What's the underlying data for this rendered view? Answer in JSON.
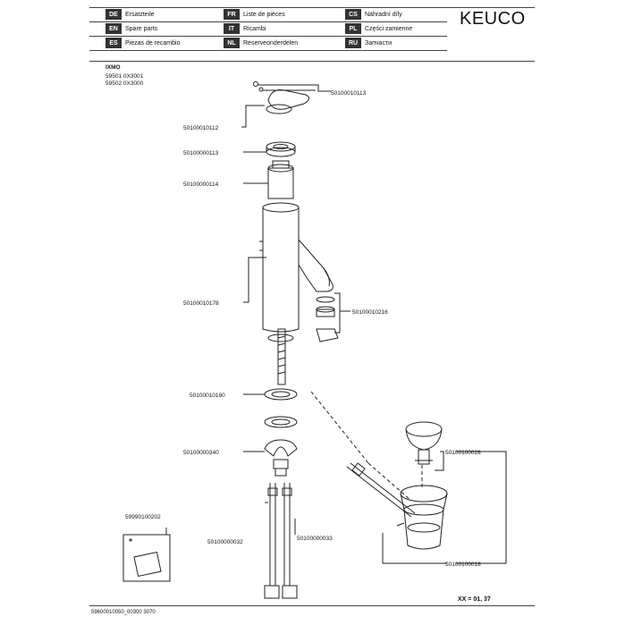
{
  "brand": "KEUCO",
  "languages": [
    {
      "code": "DE",
      "label": "Ersatzteile"
    },
    {
      "code": "FR",
      "label": "Liste de pièces"
    },
    {
      "code": "CS",
      "label": "Náhradní díly"
    },
    {
      "code": "EN",
      "label": "Spare parts"
    },
    {
      "code": "IT",
      "label": "Ricambi"
    },
    {
      "code": "PL",
      "label": "Części zamienne"
    },
    {
      "code": "ES",
      "label": "Piezas de recambio"
    },
    {
      "code": "NL",
      "label": "Reserveonderdelen"
    },
    {
      "code": "RU",
      "label": "Запчасти"
    }
  ],
  "product": {
    "name": "IXMO",
    "articles": [
      "59501 0X3001",
      "59502 0X3000"
    ]
  },
  "parts": {
    "p1": "50100010113",
    "p2": "50100010112",
    "p3": "50100000113",
    "p4": "50100000114",
    "p5": "50100010178",
    "p6": "50100010216",
    "p7": "50100010180",
    "p8": "50100000340",
    "p9": "50100100028",
    "p10": "59990100202",
    "p11": "50100000032",
    "p12": "50100000033",
    "p13": "50100100018"
  },
  "footnote": "XX = 01, 37",
  "doc_number": "59600010050_00300 3070"
}
